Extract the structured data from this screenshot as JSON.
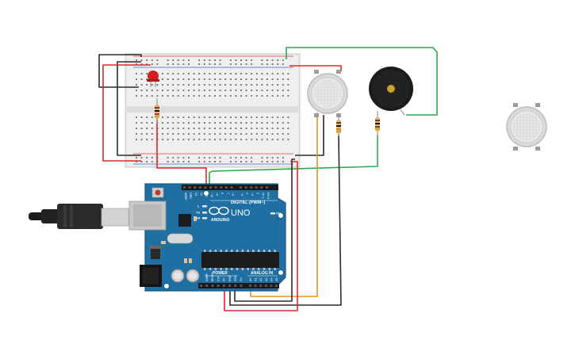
{
  "board": {
    "brand": "ARDUINO",
    "model": "UNO",
    "digital_label": "DIGITAL (PWM~)",
    "power_label": "POWER",
    "analog_label": "ANALOG IN",
    "tx_label": "TX",
    "rx_label": "RX",
    "l_label": "L",
    "on_label": "ON",
    "digital_pins": [
      "AREF",
      "GND",
      "13",
      "12",
      "~11",
      "~10",
      "~9",
      "8",
      "7",
      "~6",
      "~5",
      "4",
      "~3",
      "2",
      "TX 1",
      "RX 0"
    ],
    "power_pins": [
      "IOREF",
      "RESET",
      "3.3V",
      "5V",
      "GND",
      "GND",
      "Vin"
    ],
    "analog_pins": [
      "A0",
      "A1",
      "A2",
      "A3",
      "A4",
      "A5"
    ]
  },
  "components": {
    "breadboard": "breadboard",
    "led": "red-led",
    "resistors": [
      "led-resistor",
      "sensor-resistor",
      "buzzer-resistor"
    ],
    "gas_sensors": [
      "gas-sensor",
      "gas-sensor-spare"
    ],
    "buzzer": "piezo-buzzer",
    "usb": "usb-cable"
  },
  "colors": {
    "board": "#1f6fa3",
    "board_edge": "#17587f",
    "wire_red": "#e0262a",
    "wire_black": "#2a2a2a",
    "wire_green": "#2ea84a",
    "wire_orange": "#e6921e",
    "led_red": "#d01f1f",
    "breadboard": "#efefef"
  }
}
